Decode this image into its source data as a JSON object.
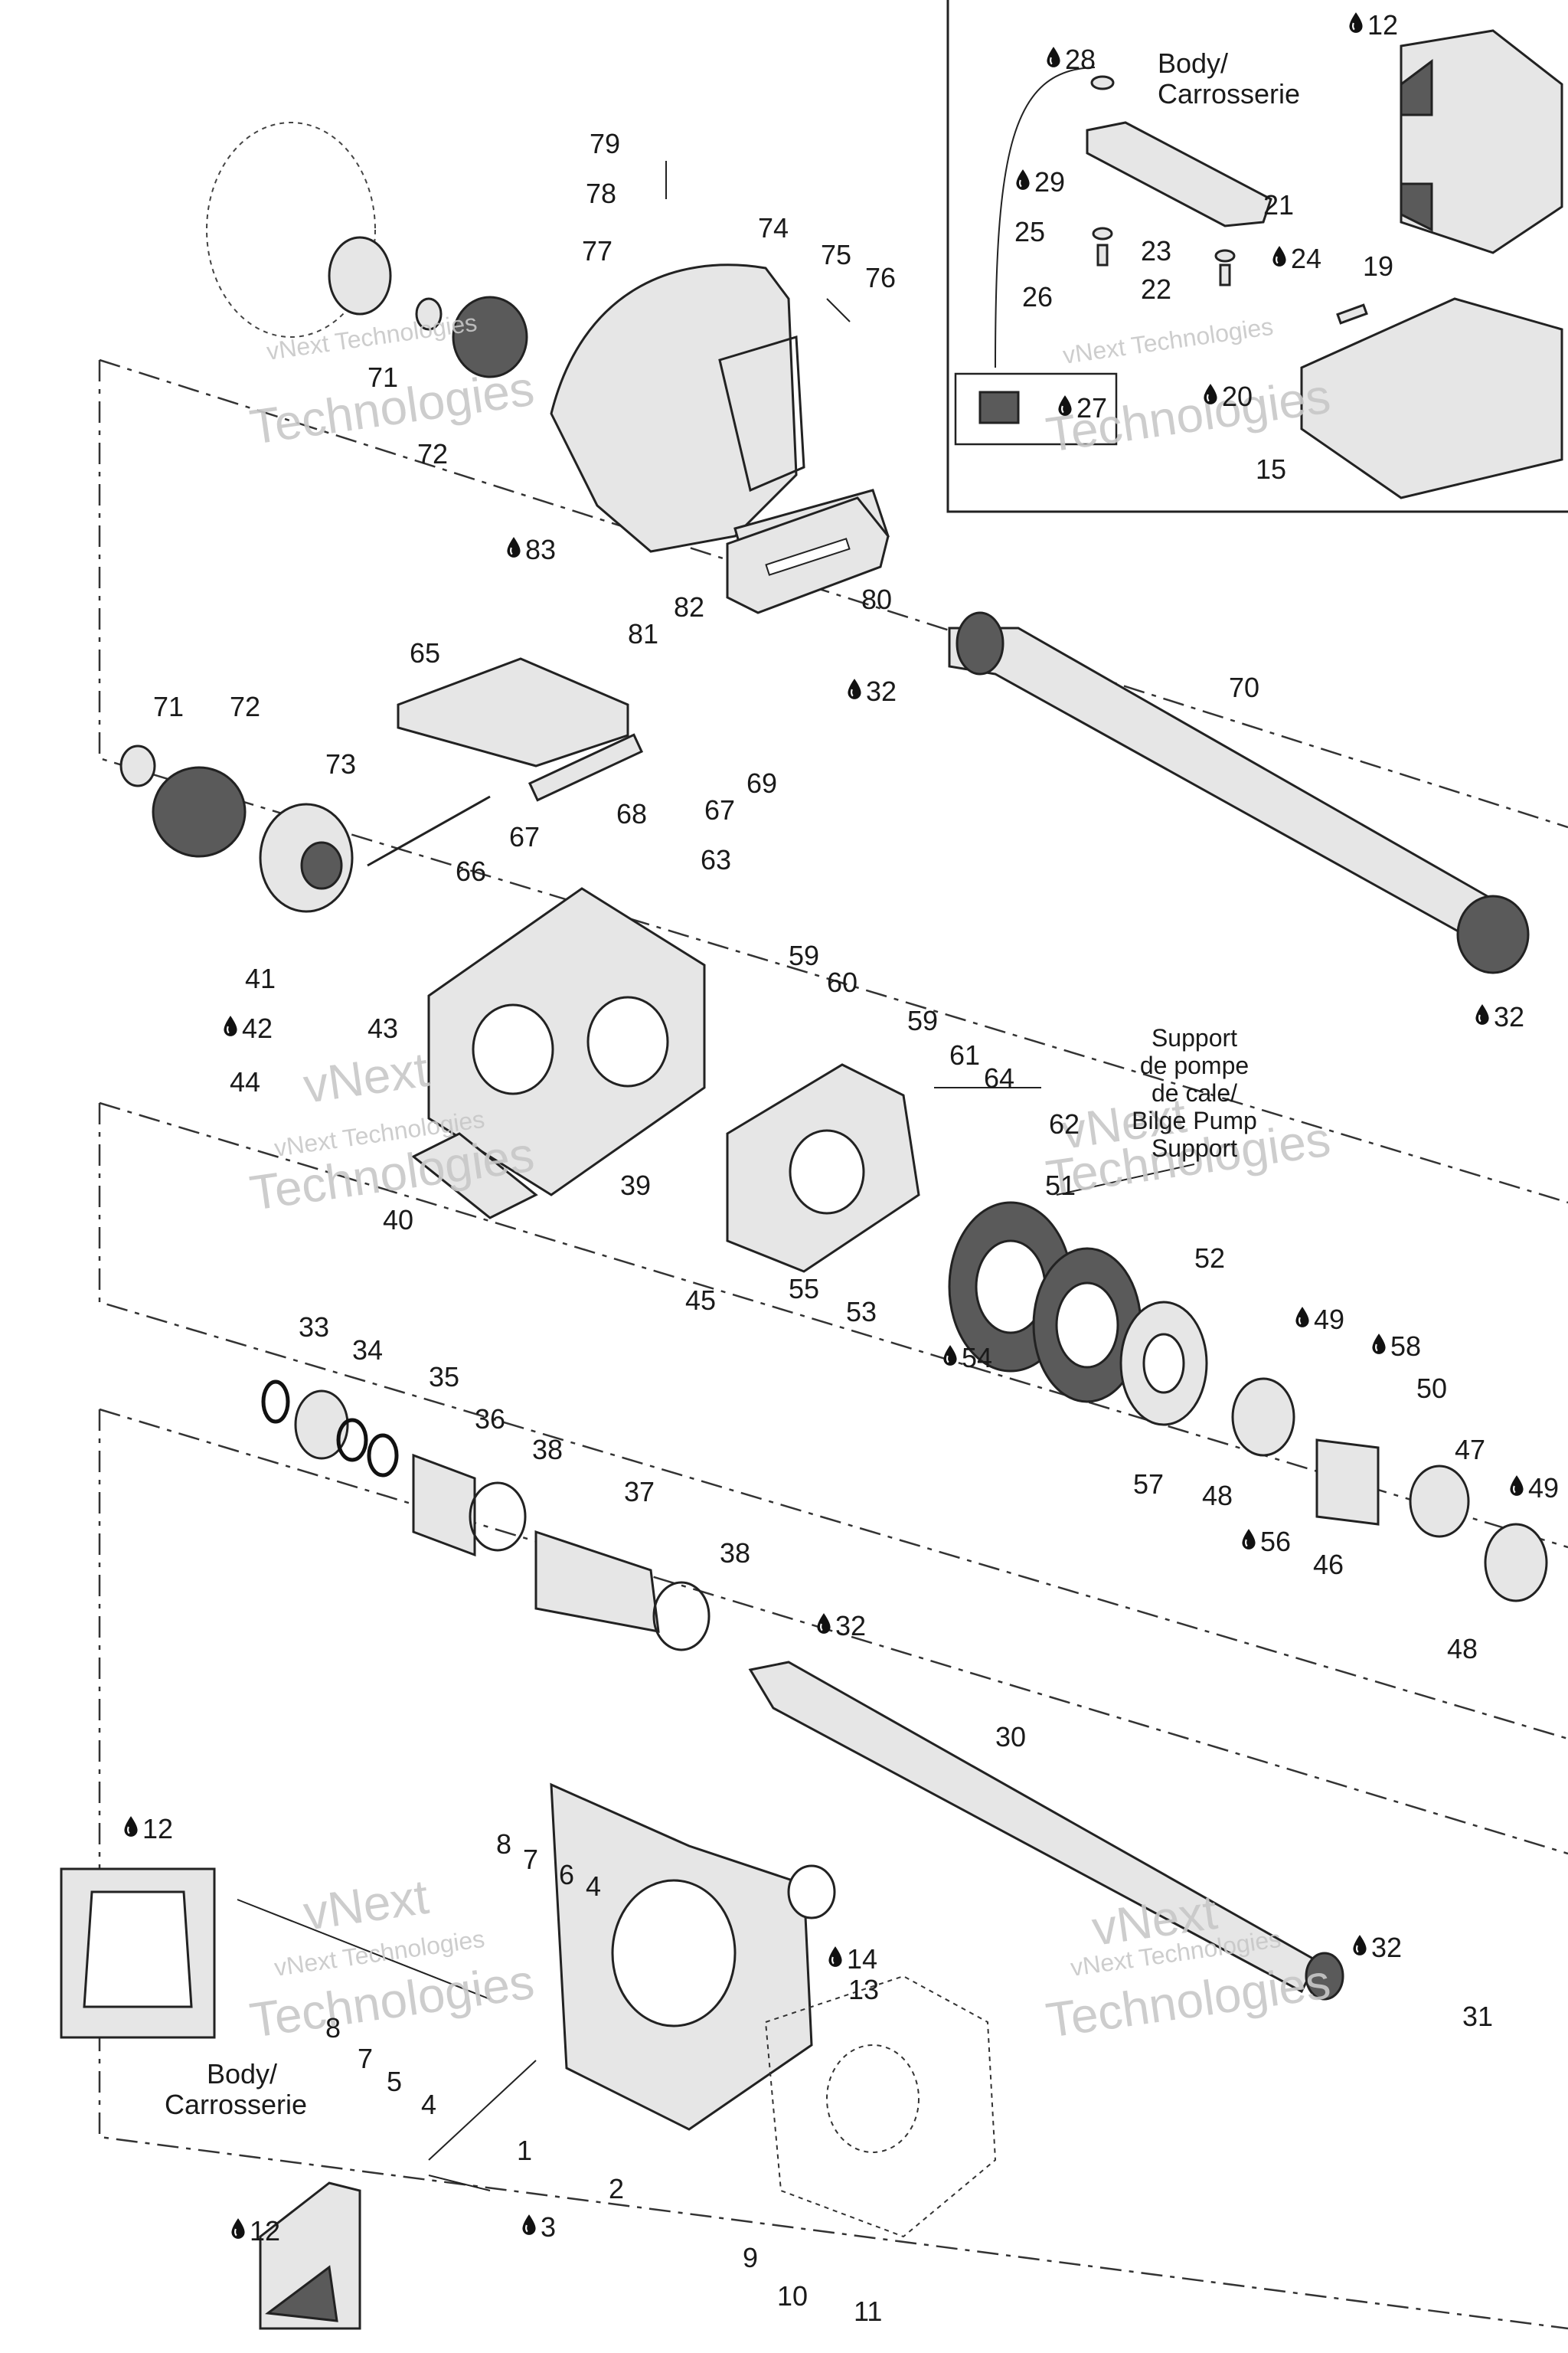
{
  "watermark": {
    "line1": "vNext",
    "line2": "Technologies",
    "inline": "vNext Technologies"
  },
  "fluid_icon": "drop-icon",
  "callouts": {
    "body_carrosserie_top": {
      "line1": "Body/",
      "line2": "Carrosserie"
    },
    "body_carrosserie_bottom": {
      "line1": "Body/",
      "line2": "Carrosserie"
    },
    "bilge_pump_support": {
      "line1": "Support",
      "line2": "de pompe",
      "line3": "de cale/",
      "line4": "Bilge Pump",
      "line5": "Support"
    }
  },
  "part_labels": [
    {
      "id": "p12a",
      "text": "12",
      "drop": true
    },
    {
      "id": "p28",
      "text": "28",
      "drop": true
    },
    {
      "id": "p29",
      "text": "29",
      "drop": true
    },
    {
      "id": "p21",
      "text": "21",
      "drop": false
    },
    {
      "id": "p25",
      "text": "25",
      "drop": false
    },
    {
      "id": "p23",
      "text": "23",
      "drop": false
    },
    {
      "id": "p24",
      "text": "24",
      "drop": true
    },
    {
      "id": "p22",
      "text": "22",
      "drop": false
    },
    {
      "id": "p26",
      "text": "26",
      "drop": false
    },
    {
      "id": "p19",
      "text": "19",
      "drop": false
    },
    {
      "id": "p27",
      "text": "27",
      "drop": true
    },
    {
      "id": "p20",
      "text": "20",
      "drop": true
    },
    {
      "id": "p15",
      "text": "15",
      "drop": false
    },
    {
      "id": "p79",
      "text": "79",
      "drop": false
    },
    {
      "id": "p78",
      "text": "78",
      "drop": false
    },
    {
      "id": "p77",
      "text": "77",
      "drop": false
    },
    {
      "id": "p74",
      "text": "74",
      "drop": false
    },
    {
      "id": "p75",
      "text": "75",
      "drop": false
    },
    {
      "id": "p76",
      "text": "76",
      "drop": false
    },
    {
      "id": "p71a",
      "text": "71",
      "drop": false
    },
    {
      "id": "p72a",
      "text": "72",
      "drop": false
    },
    {
      "id": "p83",
      "text": "83",
      "drop": true
    },
    {
      "id": "p82",
      "text": "82",
      "drop": false
    },
    {
      "id": "p81",
      "text": "81",
      "drop": false
    },
    {
      "id": "p80",
      "text": "80",
      "drop": false
    },
    {
      "id": "p32a",
      "text": "32",
      "drop": true
    },
    {
      "id": "p70",
      "text": "70",
      "drop": false
    },
    {
      "id": "p65",
      "text": "65",
      "drop": false
    },
    {
      "id": "p71b",
      "text": "71",
      "drop": false
    },
    {
      "id": "p72b",
      "text": "72",
      "drop": false
    },
    {
      "id": "p73",
      "text": "73",
      "drop": false
    },
    {
      "id": "p69",
      "text": "69",
      "drop": false
    },
    {
      "id": "p67a",
      "text": "67",
      "drop": false
    },
    {
      "id": "p68",
      "text": "68",
      "drop": false
    },
    {
      "id": "p67b",
      "text": "67",
      "drop": false
    },
    {
      "id": "p66",
      "text": "66",
      "drop": false
    },
    {
      "id": "p63",
      "text": "63",
      "drop": false
    },
    {
      "id": "p32b",
      "text": "32",
      "drop": true
    },
    {
      "id": "p41",
      "text": "41",
      "drop": false
    },
    {
      "id": "p42",
      "text": "42",
      "drop": true
    },
    {
      "id": "p43",
      "text": "43",
      "drop": false
    },
    {
      "id": "p44",
      "text": "44",
      "drop": false
    },
    {
      "id": "p59a",
      "text": "59",
      "drop": false
    },
    {
      "id": "p60",
      "text": "60",
      "drop": false
    },
    {
      "id": "p59b",
      "text": "59",
      "drop": false
    },
    {
      "id": "p61",
      "text": "61",
      "drop": false
    },
    {
      "id": "p64",
      "text": "64",
      "drop": false
    },
    {
      "id": "p62",
      "text": "62",
      "drop": false
    },
    {
      "id": "p39",
      "text": "39",
      "drop": false
    },
    {
      "id": "p40",
      "text": "40",
      "drop": false
    },
    {
      "id": "p51",
      "text": "51",
      "drop": false
    },
    {
      "id": "p45",
      "text": "45",
      "drop": false
    },
    {
      "id": "p55",
      "text": "55",
      "drop": false
    },
    {
      "id": "p53",
      "text": "53",
      "drop": false
    },
    {
      "id": "p54",
      "text": "54",
      "drop": true
    },
    {
      "id": "p52",
      "text": "52",
      "drop": false
    },
    {
      "id": "p49a",
      "text": "49",
      "drop": true
    },
    {
      "id": "p58",
      "text": "58",
      "drop": true
    },
    {
      "id": "p50",
      "text": "50",
      "drop": false
    },
    {
      "id": "p57",
      "text": "57",
      "drop": false
    },
    {
      "id": "p48a",
      "text": "48",
      "drop": false
    },
    {
      "id": "p47",
      "text": "47",
      "drop": false
    },
    {
      "id": "p49b",
      "text": "49",
      "drop": true
    },
    {
      "id": "p56",
      "text": "56",
      "drop": true
    },
    {
      "id": "p46",
      "text": "46",
      "drop": false
    },
    {
      "id": "p48b",
      "text": "48",
      "drop": false
    },
    {
      "id": "p33",
      "text": "33",
      "drop": false
    },
    {
      "id": "p34",
      "text": "34",
      "drop": false
    },
    {
      "id": "p35",
      "text": "35",
      "drop": false
    },
    {
      "id": "p36",
      "text": "36",
      "drop": false
    },
    {
      "id": "p38a",
      "text": "38",
      "drop": false
    },
    {
      "id": "p37",
      "text": "37",
      "drop": false
    },
    {
      "id": "p38b",
      "text": "38",
      "drop": false
    },
    {
      "id": "p32c",
      "text": "32",
      "drop": true
    },
    {
      "id": "p30",
      "text": "30",
      "drop": false
    },
    {
      "id": "p12b",
      "text": "12",
      "drop": true
    },
    {
      "id": "p8a",
      "text": "8",
      "drop": false
    },
    {
      "id": "p7a",
      "text": "7",
      "drop": false
    },
    {
      "id": "p6",
      "text": "6",
      "drop": false
    },
    {
      "id": "p4a",
      "text": "4",
      "drop": false
    },
    {
      "id": "p14",
      "text": "14",
      "drop": true
    },
    {
      "id": "p13",
      "text": "13",
      "drop": false
    },
    {
      "id": "p32d",
      "text": "32",
      "drop": true
    },
    {
      "id": "p8b",
      "text": "8",
      "drop": false
    },
    {
      "id": "p7b",
      "text": "7",
      "drop": false
    },
    {
      "id": "p5",
      "text": "5",
      "drop": false
    },
    {
      "id": "p4b",
      "text": "4",
      "drop": false
    },
    {
      "id": "p31",
      "text": "31",
      "drop": false
    },
    {
      "id": "p1",
      "text": "1",
      "drop": false
    },
    {
      "id": "p2",
      "text": "2",
      "drop": false
    },
    {
      "id": "p3",
      "text": "3",
      "drop": true
    },
    {
      "id": "p12c",
      "text": "12",
      "drop": true
    },
    {
      "id": "p9",
      "text": "9",
      "drop": false
    },
    {
      "id": "p10",
      "text": "10",
      "drop": false
    },
    {
      "id": "p11",
      "text": "11",
      "drop": false
    }
  ]
}
